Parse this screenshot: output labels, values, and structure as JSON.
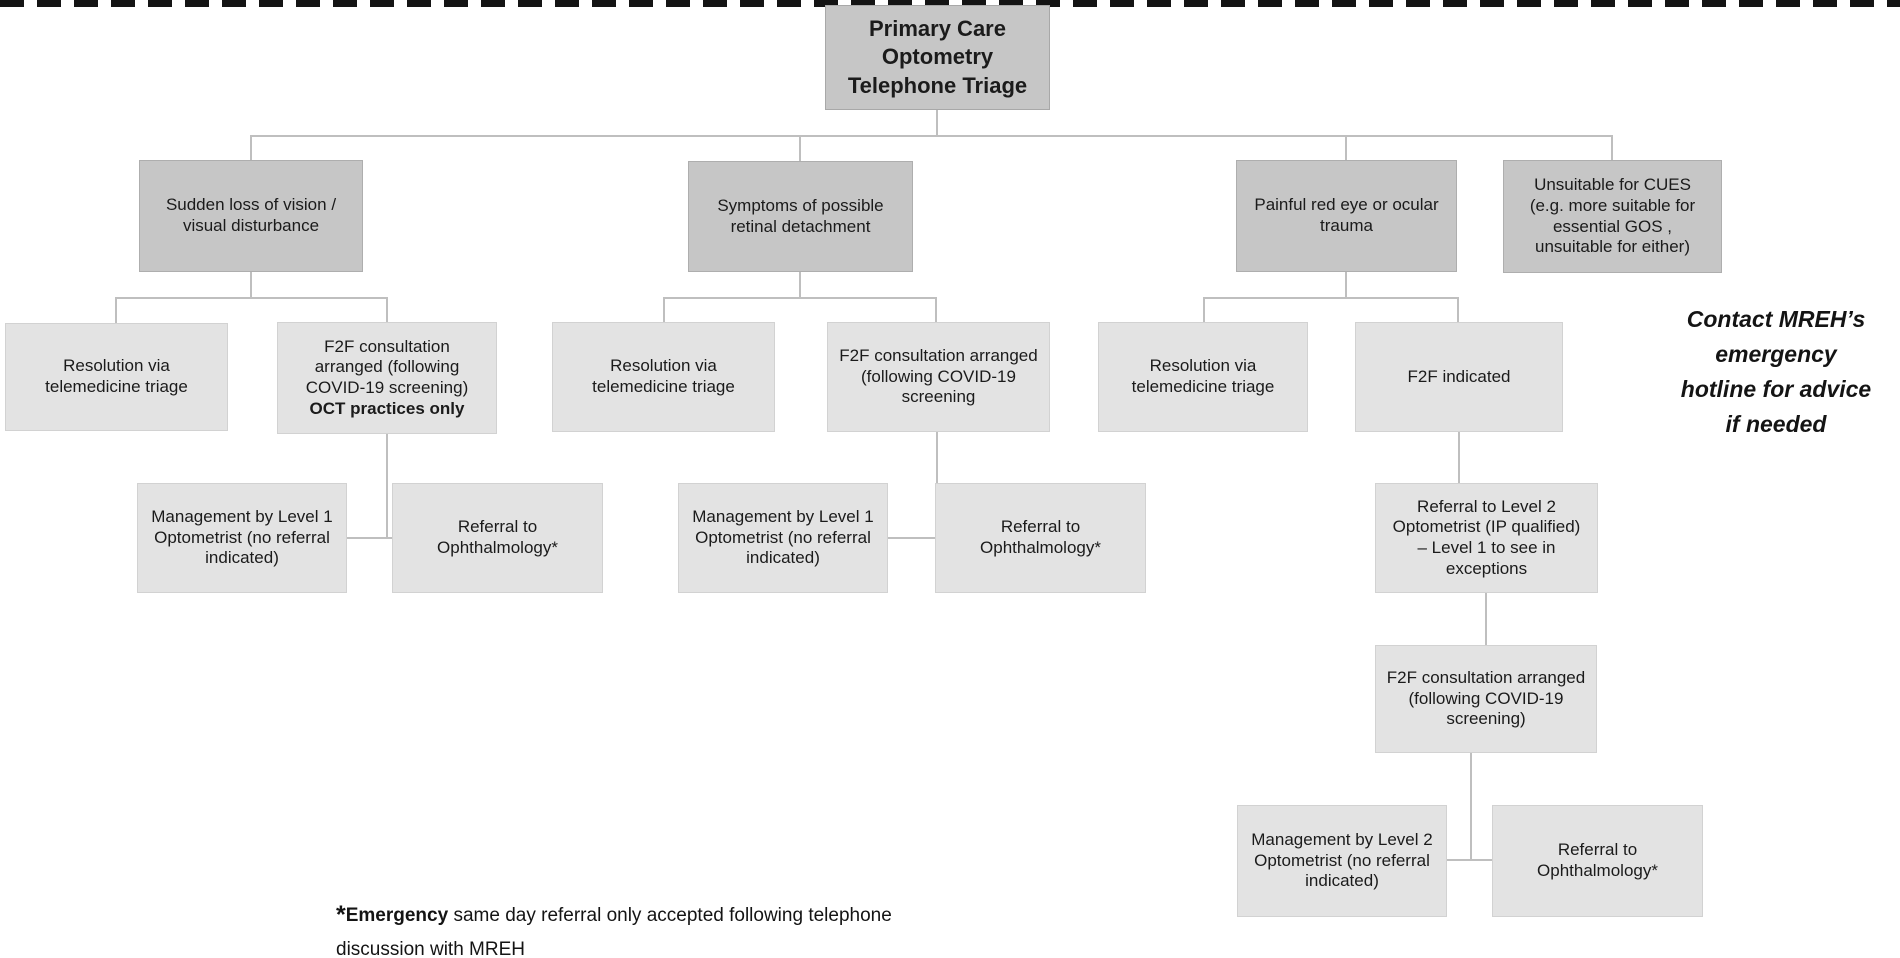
{
  "title": "Primary Care Optometry Telephone Triage",
  "top_row": {
    "sudden_loss": "Sudden loss of vision / visual disturbance",
    "retinal_detachment": "Symptoms of possible retinal detachment",
    "painful_red_eye": "Painful red eye or ocular trauma",
    "unsuitable_cues": "Unsuitable for CUES (e.g. more suitable for essential GOS , unsuitable for either)"
  },
  "sudden_loss_branch": {
    "resolution": "Resolution via telemedicine triage",
    "f2f_line1": "F2F consultation arranged (following COVID-19 screening)",
    "f2f_line2": "OCT practices only",
    "management": "Management by Level 1 Optometrist (no referral indicated)",
    "referral": "Referral to Ophthalmology*"
  },
  "retinal_branch": {
    "resolution": "Resolution via telemedicine triage",
    "f2f": "F2F consultation arranged (following COVID-19 screening",
    "management": "Management by Level 1 Optometrist (no referral indicated)",
    "referral": "Referral to Ophthalmology*"
  },
  "red_eye_branch": {
    "resolution": "Resolution via telemedicine triage",
    "f2f_indicated": "F2F indicated",
    "referral_level2": "Referral to Level 2 Optometrist (IP qualified) – Level 1 to see in exceptions",
    "f2f_consultation": "F2F consultation arranged (following COVID-19 screening)",
    "management": "Management by Level 2 Optometrist (no referral indicated)",
    "referral": "Referral to Ophthalmology*"
  },
  "side_note": {
    "lines": [
      "Contact MREH’s",
      "emergency",
      "hotline for advice",
      "if needed"
    ]
  },
  "footnote": {
    "marker": "*",
    "bold": "Emergency",
    "rest": " same day referral only accepted following telephone discussion with MREH"
  },
  "colors": {
    "dark_box": "#c6c6c6",
    "light_box": "#e3e3e3",
    "connector": "#bfbfbf",
    "dashed_line": "#141414"
  }
}
